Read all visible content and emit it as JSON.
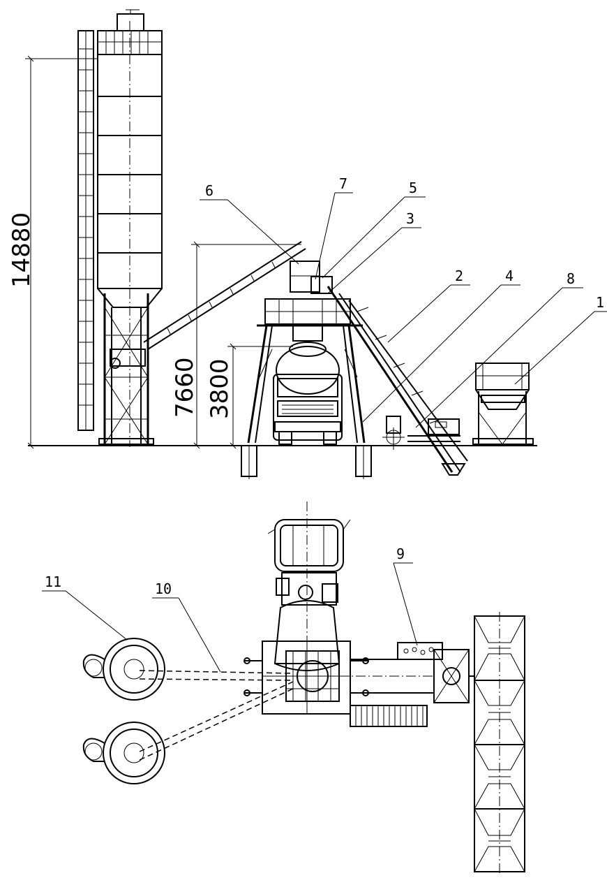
{
  "dimensions": {
    "total_height": "14880",
    "conveyor_height": "7660",
    "discharge_height": "3800"
  },
  "callouts": [
    {
      "id": "1",
      "label": "1"
    },
    {
      "id": "2",
      "label": "2"
    },
    {
      "id": "3",
      "label": "3"
    },
    {
      "id": "4",
      "label": "4"
    },
    {
      "id": "5",
      "label": "5"
    },
    {
      "id": "6",
      "label": "6"
    },
    {
      "id": "7",
      "label": "7"
    },
    {
      "id": "8",
      "label": "8"
    },
    {
      "id": "9",
      "label": "9"
    },
    {
      "id": "10",
      "label": "10"
    },
    {
      "id": "11",
      "label": "11"
    }
  ]
}
